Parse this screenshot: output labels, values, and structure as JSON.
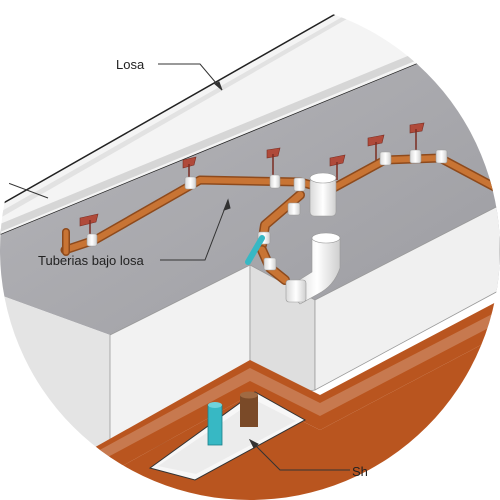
{
  "labels": {
    "slab": "Losa",
    "pipes_under_slab": "Tuberias bajo losa",
    "bottom_partial": "Sh"
  },
  "colors": {
    "slab_face": "#f2f2f2",
    "ceiling": "#a9a9ad",
    "wall": "#efefef",
    "wall_shadow": "#dcdcdc",
    "pipe_copper": "#c06a2c",
    "pipe_copper_dark": "#8e4a1c",
    "pipe_white": "#f5f5f5",
    "hanger": "#b04a3a",
    "shaft_border": "#b9551f",
    "teal_pipe": "#37b8c4",
    "leader": "#333333"
  }
}
